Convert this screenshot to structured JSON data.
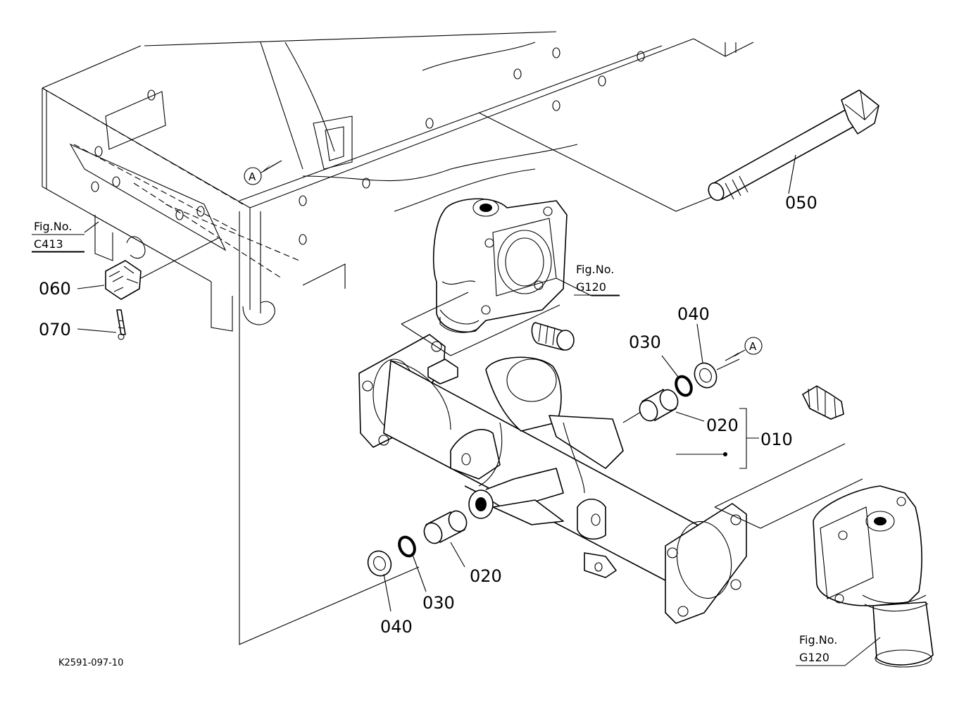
{
  "callouts": {
    "p010": "010",
    "p020_upper": "020",
    "p020_lower": "020",
    "p030_upper": "030",
    "p030_lower": "030",
    "p040_upper": "040",
    "p040_lower": "040",
    "p050": "050",
    "p060": "060",
    "p070": "070"
  },
  "fig_refs": {
    "c413": {
      "line1": "Fig.No.",
      "line2": "C413"
    },
    "g120_upper": {
      "line1": "Fig.No.",
      "line2": "G120"
    },
    "g120_lower": {
      "line1": "Fig.No.",
      "line2": "G120"
    }
  },
  "connector_marks": {
    "left": "A",
    "right": "A"
  },
  "drawing_code": "K2591-097-10"
}
